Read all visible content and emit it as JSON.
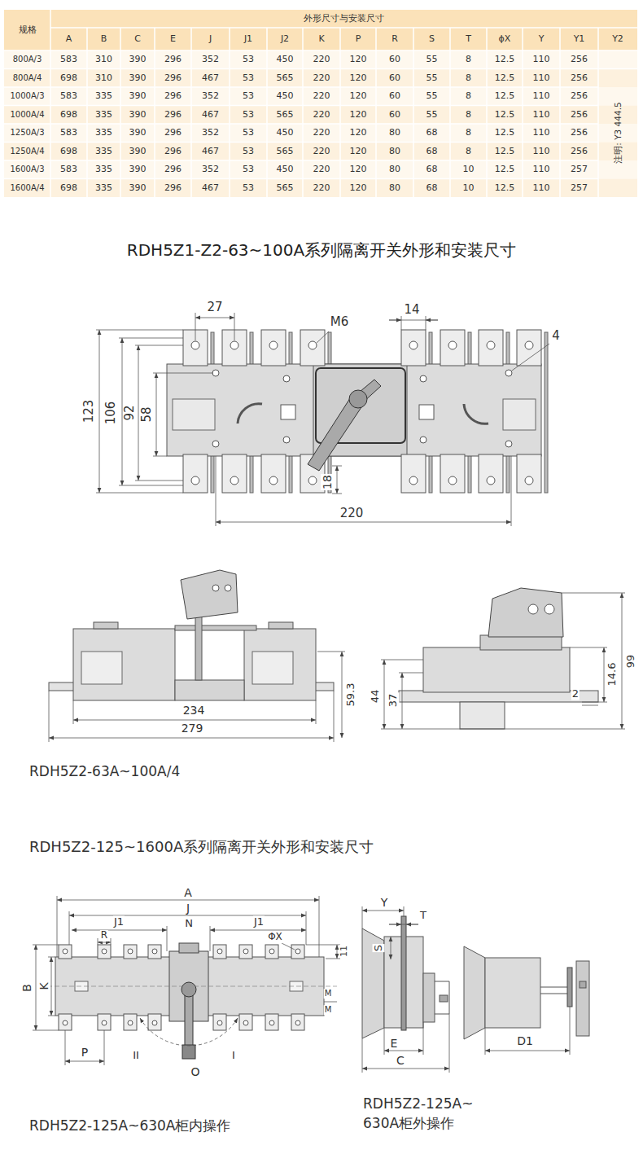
{
  "diagram": {
    "title": "RDH5Z1-Z2-63~100A系列隔离开关外形和安装尺寸",
    "labels": [
      "规格",
      "外形尺寸与安装尺寸",
      "A",
      "B",
      "C",
      "E",
      "J",
      "J1",
      "J2",
      "K",
      "P",
      "R",
      "S",
      "T",
      "ϕX",
      "Y",
      "Y1",
      "Y2",
      "800A/3",
      "583",
      "310",
      "390",
      "296",
      "352",
      "53",
      "450",
      "220",
      "120",
      "60",
      "55",
      "8",
      "12.5",
      "110",
      "256",
      "800A/4",
      "698",
      "310",
      "390",
      "296",
      "467",
      "53",
      "565",
      "220",
      "120",
      "60",
      "55",
      "8",
      "12.5",
      "110",
      "256",
      "1000A/3",
      "583",
      "335",
      "390",
      "296",
      "352",
      "53",
      "450",
      "220",
      "120",
      "60",
      "55",
      "8",
      "12.5",
      "110",
      "256",
      "1000A/4",
      "698",
      "335",
      "390",
      "296",
      "467",
      "53",
      "565",
      "220",
      "120",
      "60",
      "55",
      "8",
      "12.5",
      "110",
      "256",
      "1250A/3",
      "583",
      "335",
      "390",
      "296",
      "352",
      "53",
      "450",
      "220",
      "120",
      "80",
      "68",
      "8",
      "12.5",
      "110",
      "256",
      "1250A/4",
      "698",
      "335",
      "390",
      "296",
      "467",
      "53",
      "565",
      "220",
      "120",
      "80",
      "68",
      "8",
      "12.5",
      "110",
      "256",
      "1600A/3",
      "583",
      "335",
      "390",
      "296",
      "352",
      "53",
      "450",
      "220",
      "120",
      "80",
      "68",
      "10",
      "12.5",
      "110",
      "257",
      "1600A/4",
      "698",
      "335",
      "390",
      "296",
      "467",
      "53",
      "565",
      "220",
      "120",
      "80",
      "68",
      "10",
      "12.5",
      "110",
      "257",
      "注明: Y3 444.5",
      "27",
      "M6",
      "14",
      "4",
      "123",
      "106",
      "92",
      "58",
      "18",
      "220",
      "234",
      "279",
      "59.3",
      "44",
      "37",
      "14.6",
      "99",
      "2",
      "RDH5Z2-63A~100A/4",
      "RDH5Z2-125~1600A系列隔离开关外形和安装尺寸",
      "A",
      "J",
      "J1",
      "N",
      "J1",
      "R",
      "ΦX",
      "11",
      "B",
      "K",
      "M",
      "M",
      "P",
      "II",
      "I",
      "O",
      "RDH5Z2-125A~630A柜内操作",
      "Y",
      "T",
      "S",
      "E",
      "C",
      "D1",
      "RDH5Z2-125A~ 630A柜外操作"
    ]
  }
}
